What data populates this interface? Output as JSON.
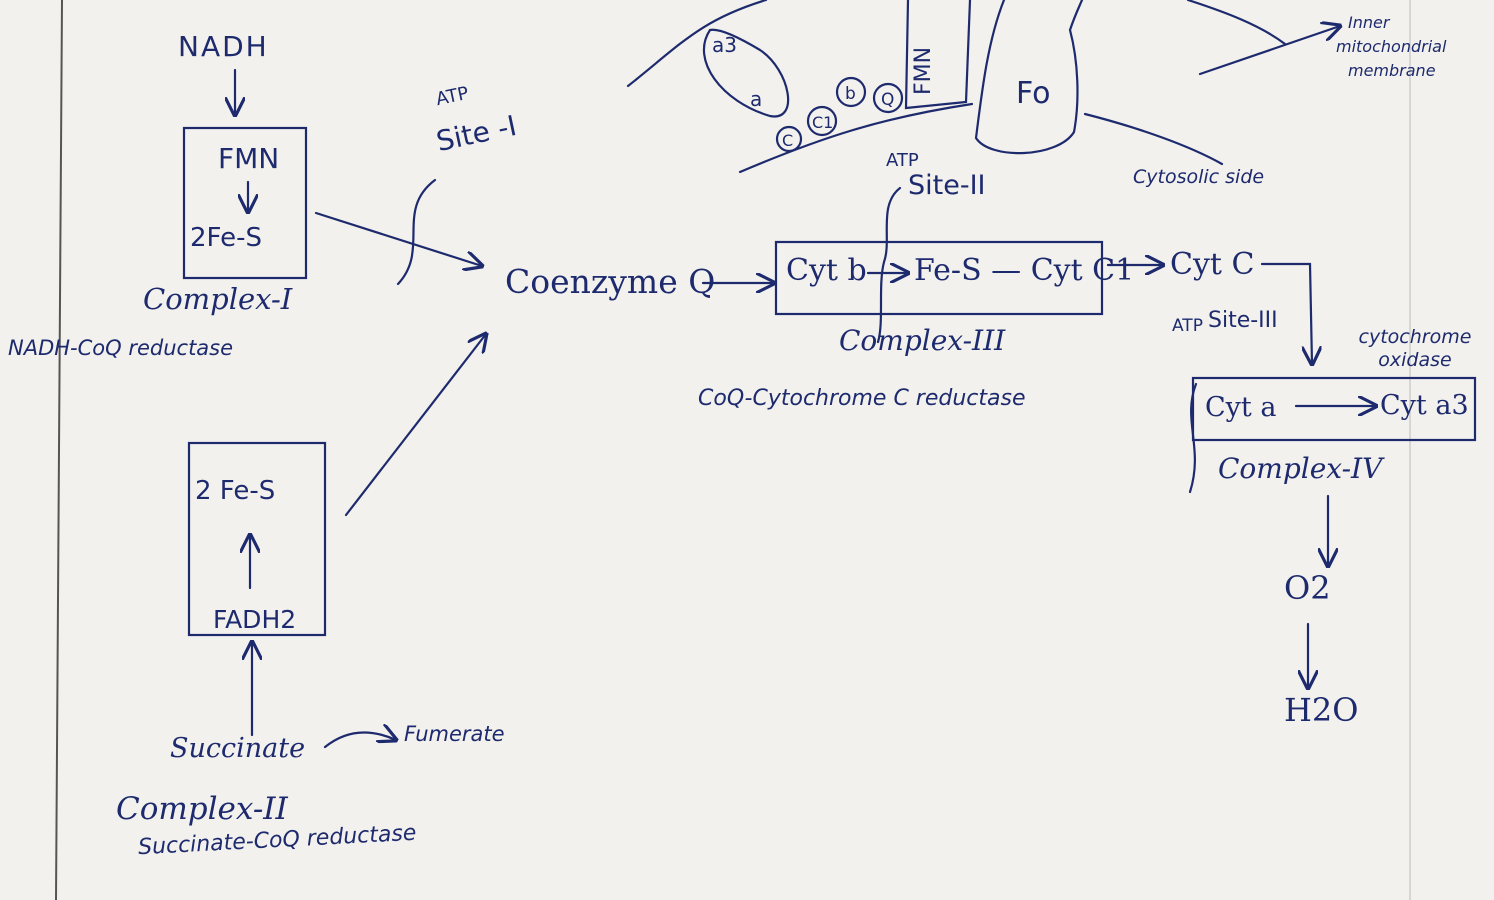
{
  "complex1": {
    "input": "NADH",
    "fmn": "FMN",
    "fes": "2Fe-S",
    "name": "Complex-I",
    "enzyme": "NADH-CoQ reductase"
  },
  "site1": {
    "atp": "ATP",
    "site": "Site -I"
  },
  "coenzyme_q": "Coenzyme Q",
  "complex2": {
    "fes": "2 Fe-S",
    "fadh2": "FADH2",
    "succinate": "Succinate",
    "fumarate": "Fumerate",
    "name": "Complex-II",
    "enzyme": "Succinate-CoQ reductase"
  },
  "complex3": {
    "cytb": "Cyt b",
    "fes_cytc1": "Fe-S — Cyt C1",
    "name": "Complex-III",
    "enzyme": "CoQ-Cytochrome C reductase"
  },
  "site2": {
    "atp": "ATP",
    "site": "Site-II"
  },
  "cytc": "Cyt C",
  "site3": {
    "atp": "ATP",
    "site": "Site-III"
  },
  "complex4": {
    "cytochrome_oxidase": "cytochrome oxidase",
    "cyta": "Cyt a",
    "cyta3": "Cyt a3",
    "name": "Complex-IV",
    "o2": "O2",
    "h2o": "H2O"
  },
  "membrane": {
    "a3": "a3",
    "a": "a",
    "c": "C",
    "c1": "C1",
    "b": "b",
    "q": "Q",
    "fmn": "FMN",
    "fo": "Fo",
    "inner_membrane": "Inner mitochondrial membrane",
    "cytosolic_side": "Cytosolic side"
  },
  "colors": {
    "ink": "#1e2a6e",
    "paper": "#f2f1ed"
  }
}
